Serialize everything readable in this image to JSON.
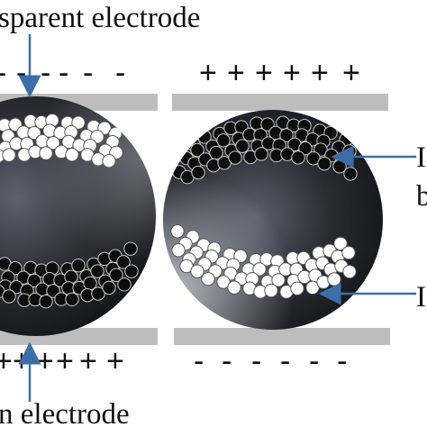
{
  "labels": {
    "top_electrode": "sparent electrode",
    "bottom_electrode": "n electrode",
    "right_upper": "I",
    "right_upper_2": "b",
    "right_lower": "I"
  },
  "left_capsule": {
    "top_charges": [
      "-",
      "-",
      "-",
      "-",
      "-",
      "-"
    ],
    "bottom_charges": [
      "+",
      "+",
      "+",
      "+",
      "+",
      "+"
    ]
  },
  "right_capsule": {
    "top_charges": [
      "+",
      "+",
      "+",
      "+",
      "+",
      "+"
    ],
    "bottom_charges": [
      "-",
      "-",
      "-",
      "-",
      "-",
      "-"
    ]
  },
  "colors": {
    "electrode": "#bdbdbd",
    "arrow": "#3d6ea8",
    "white_particle": "#ffffff",
    "black_particle": "#0d0d0d",
    "capsule_dark": "#1c1d22",
    "capsule_light": "#9aa1b0"
  }
}
